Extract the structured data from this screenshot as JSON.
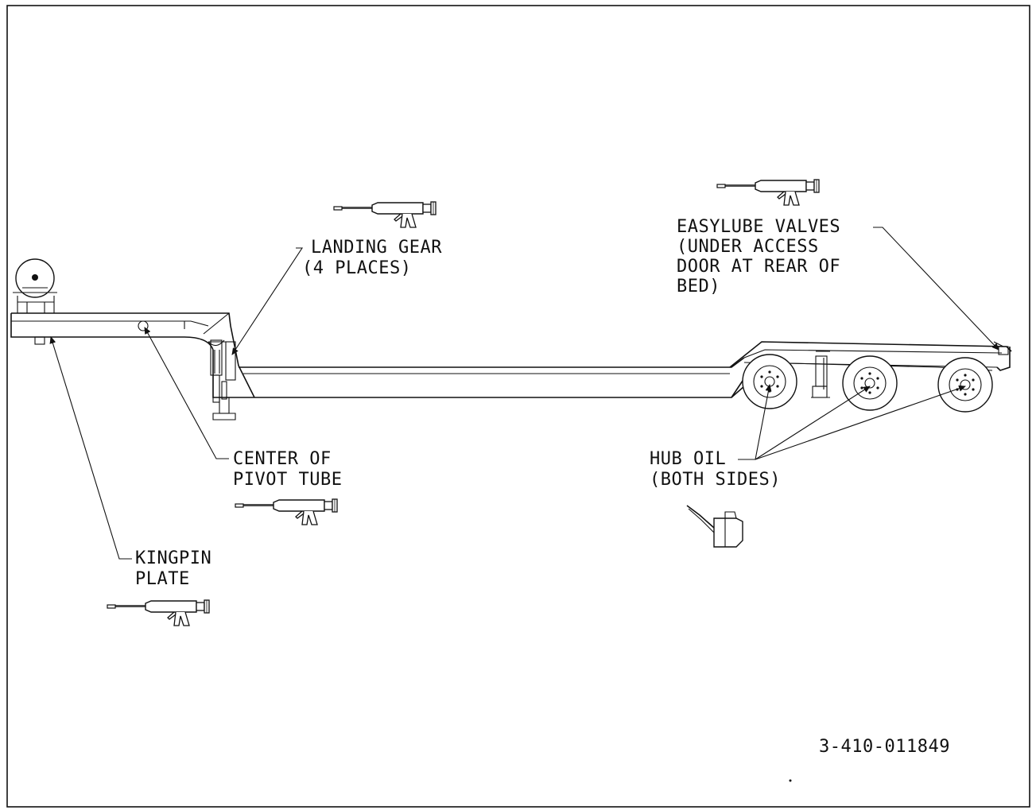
{
  "diagram": {
    "labels": {
      "landing_gear": [
        "LANDING GEAR",
        "(4 PLACES)"
      ],
      "easylube": [
        "EASYLUBE VALVES",
        "(UNDER ACCESS",
        "DOOR AT REAR OF",
        "BED)"
      ],
      "center_pivot": [
        "CENTER OF",
        "PIVOT TUBE"
      ],
      "hub_oil": [
        "HUB OIL",
        "(BOTH SIDES)"
      ],
      "kingpin": [
        "KINGPIN",
        "PLATE"
      ]
    },
    "drawing_number": "3-410-011849",
    "icons": {
      "grease_gun": "grease-gun-icon",
      "oil_can": "oil-can-icon"
    }
  }
}
